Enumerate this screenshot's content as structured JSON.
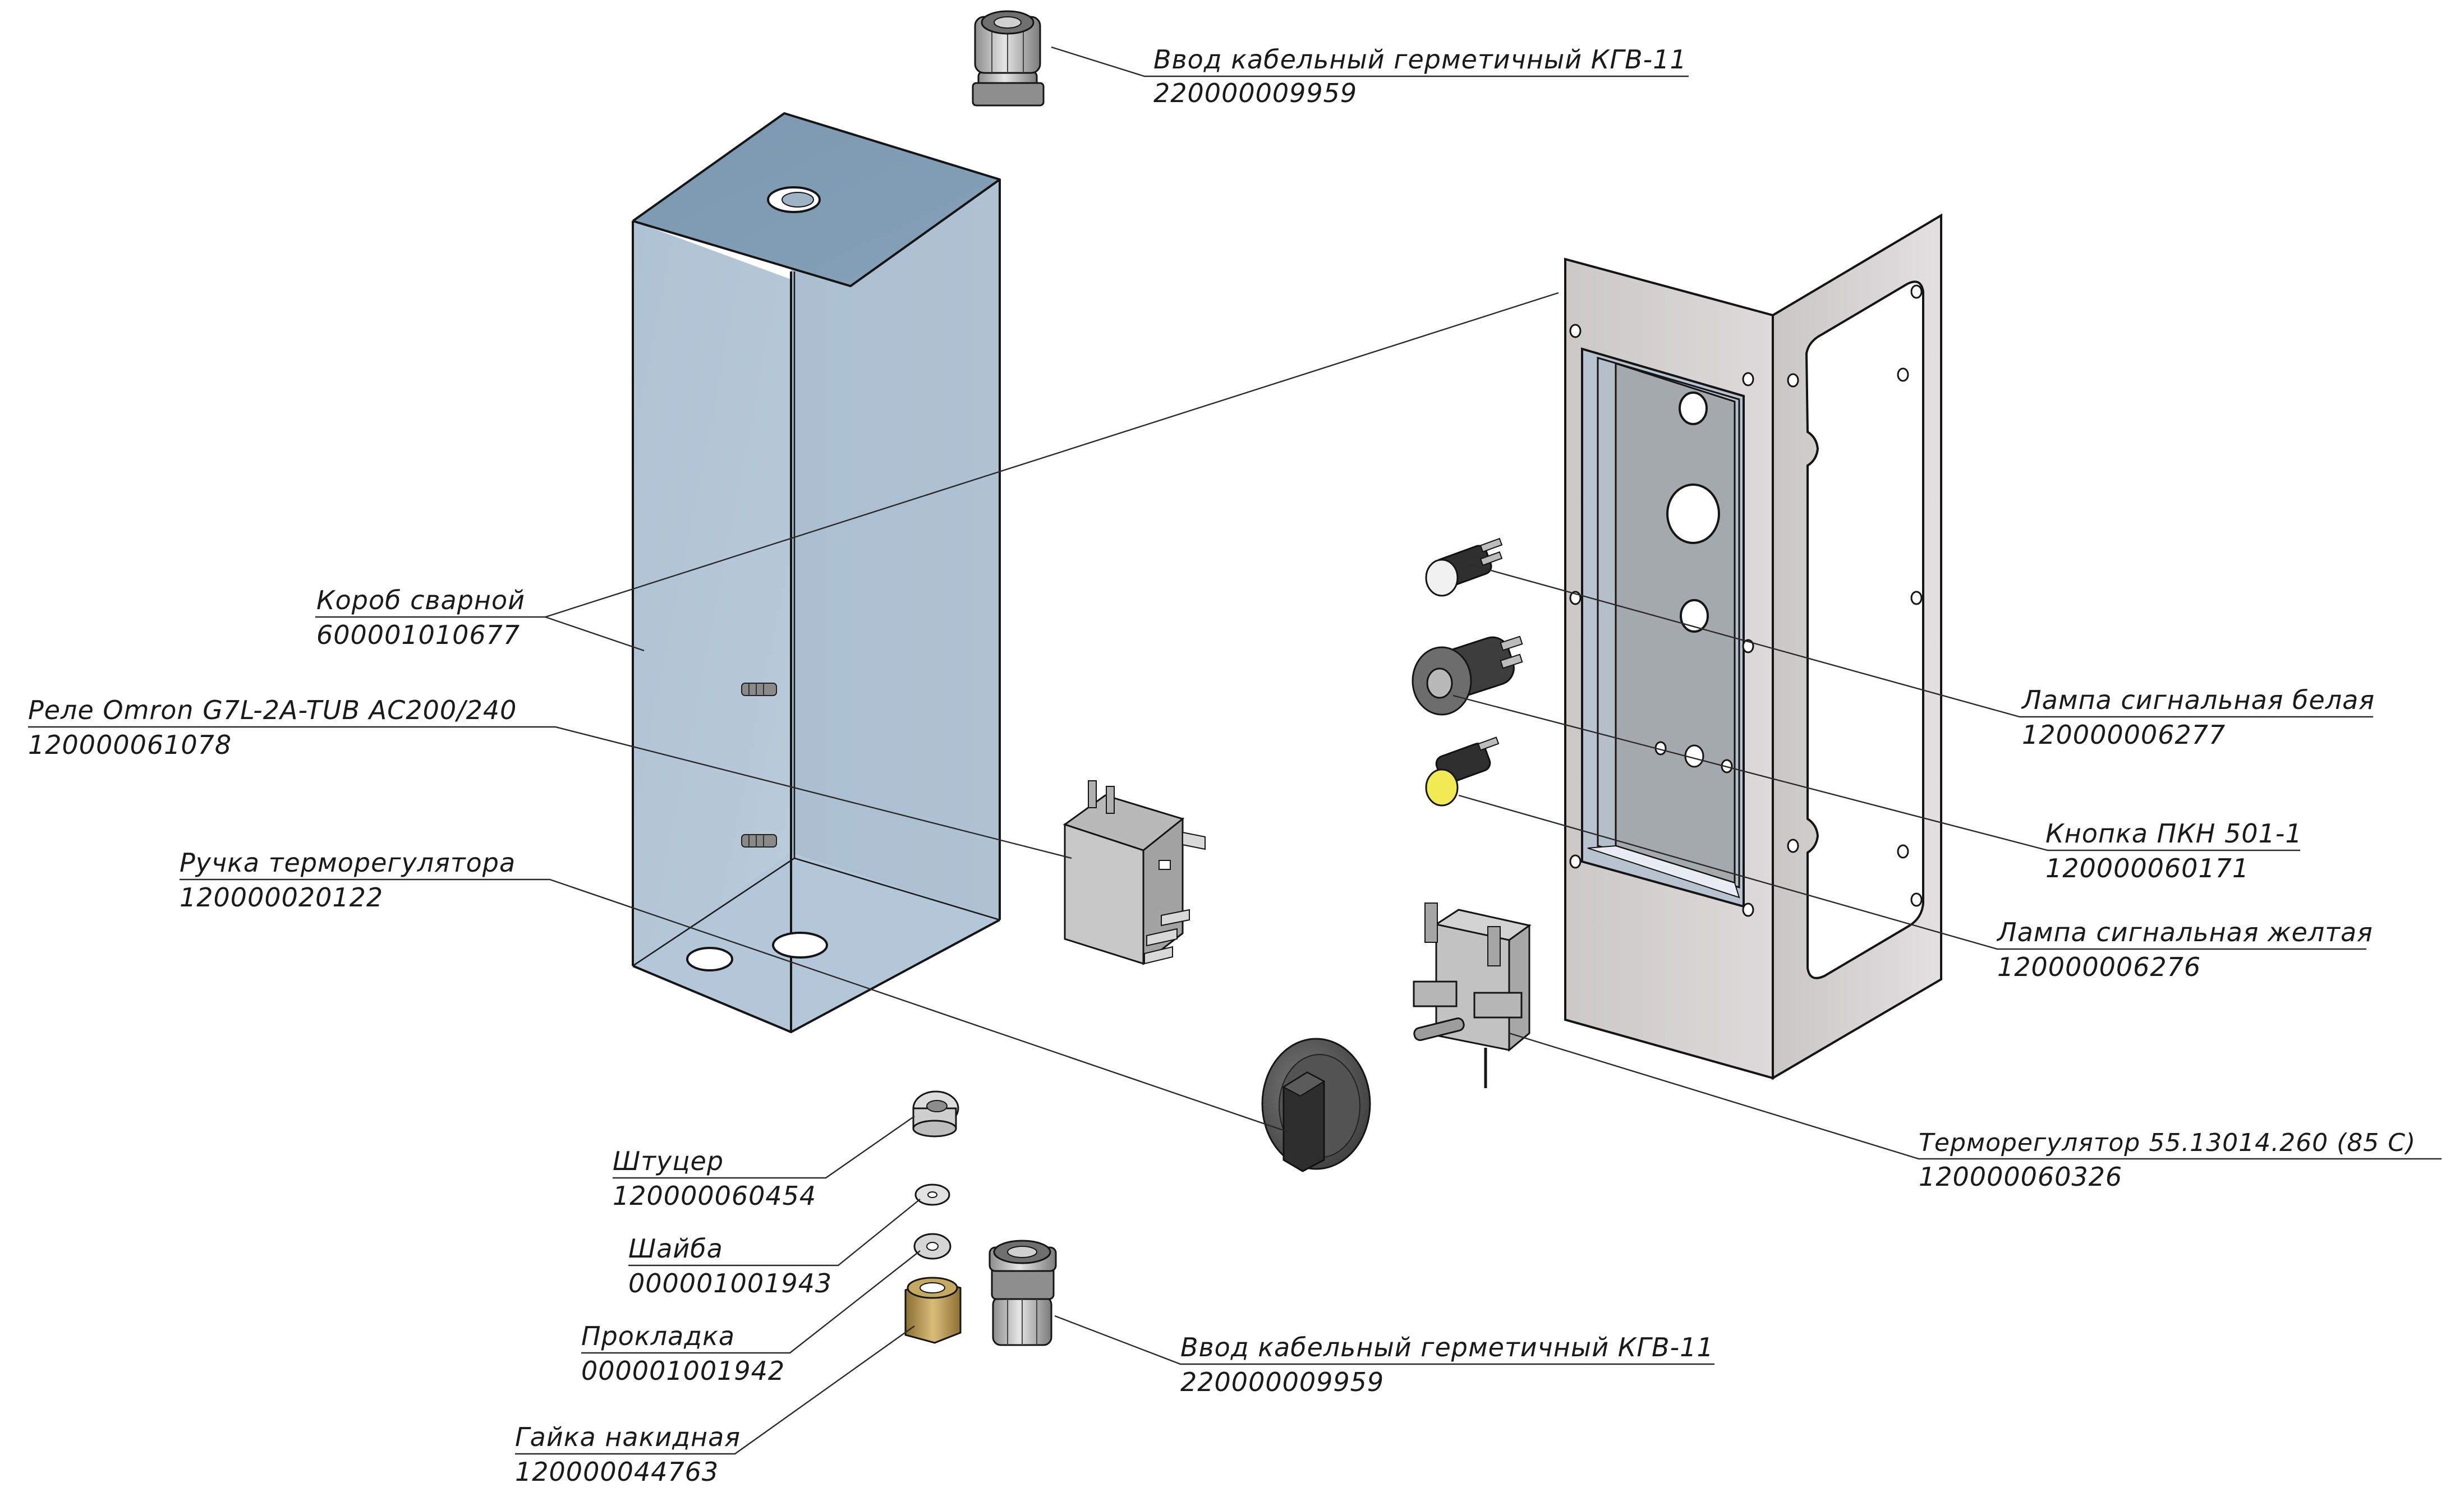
{
  "callouts": [
    {
      "id": "gland-top",
      "name": "Ввод кабельный герметичный КГВ-11",
      "code": "220000009959"
    },
    {
      "id": "box",
      "name": "Короб сварной",
      "code": "600001010677"
    },
    {
      "id": "relay",
      "name": "Реле Omron G7L-2A-TUB AC200/240",
      "code": "120000061078"
    },
    {
      "id": "knob",
      "name": "Ручка терморегулятора",
      "code": "120000020122"
    },
    {
      "id": "lamp-white",
      "name": "Лампа сигнальная белая",
      "code": "120000006277"
    },
    {
      "id": "button",
      "name": "Кнопка ПКН 501-1",
      "code": "120000060171"
    },
    {
      "id": "lamp-yellow",
      "name": "Лампа сигнальная желтая",
      "code": "120000006276"
    },
    {
      "id": "thermostat",
      "name": "Терморегулятор 55.13014.260   (85 С)",
      "code": "120000060326"
    },
    {
      "id": "fitting",
      "name": "Штуцер",
      "code": "120000060454"
    },
    {
      "id": "washer",
      "name": "Шайба",
      "code": "000001001943"
    },
    {
      "id": "gasket",
      "name": "Прокладка",
      "code": "000001001942"
    },
    {
      "id": "nut",
      "name": "Гайка накидная",
      "code": "120000044763"
    },
    {
      "id": "gland-bottom",
      "name": "Ввод кабельный герметичный КГВ-11",
      "code": "220000009959"
    }
  ],
  "colors": {
    "box_fill": "#9fb5c8",
    "box_top": "#7e9ab2",
    "panel": "#d6d3d3",
    "dark_part": "#5a5a5a",
    "brass": "#b89a55",
    "line": "#1a1a1a"
  }
}
